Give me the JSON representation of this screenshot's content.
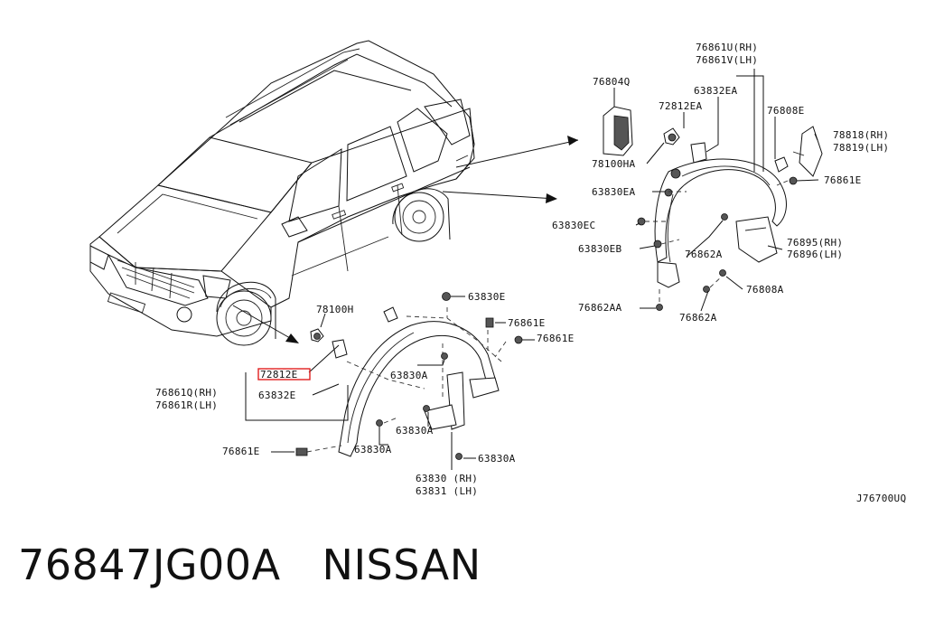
{
  "footer": {
    "part_number": "76847JG00A",
    "brand": "NISSAN"
  },
  "diagram_code": "J76700UQ",
  "highlight_color": "#e02020",
  "callouts": {
    "c76861u": "76861U(RH)",
    "c76861v": "76861V(LH)",
    "c76804q": "76804Q",
    "c63832ea": "63832EA",
    "c72812ea": "72812EA",
    "c76808e": "76808E",
    "c78818": "78818(RH)",
    "c78819": "78819(LH)",
    "c78100ha": "78100HA",
    "c63830ea": "63830EA",
    "c76861e_r": "76861E",
    "c63830ec": "63830EC",
    "c63830eb": "63830EB",
    "c76895": "76895(RH)",
    "c76896": "76896(LH)",
    "c76862a_r": "76862A",
    "c76808a": "76808A",
    "c76862aa": "76862AA",
    "c76862a_b": "76862A",
    "c78100h": "78100H",
    "c63830e_a": "63830E",
    "c76861e_a": "76861E",
    "c76861e_b": "76861E",
    "c72812e": "72812E",
    "c63830a_a": "63830A",
    "c76861q": "76861Q(RH)",
    "c76861r": "76861R(LH)",
    "c63832e": "63832E",
    "c63830a_b": "63830A",
    "c76861e_l": "76861E",
    "c63830a_c": "63830A",
    "c63830a_d": "63830A",
    "c63830": "63830 (RH)",
    "c63831": "63831 (LH)"
  }
}
